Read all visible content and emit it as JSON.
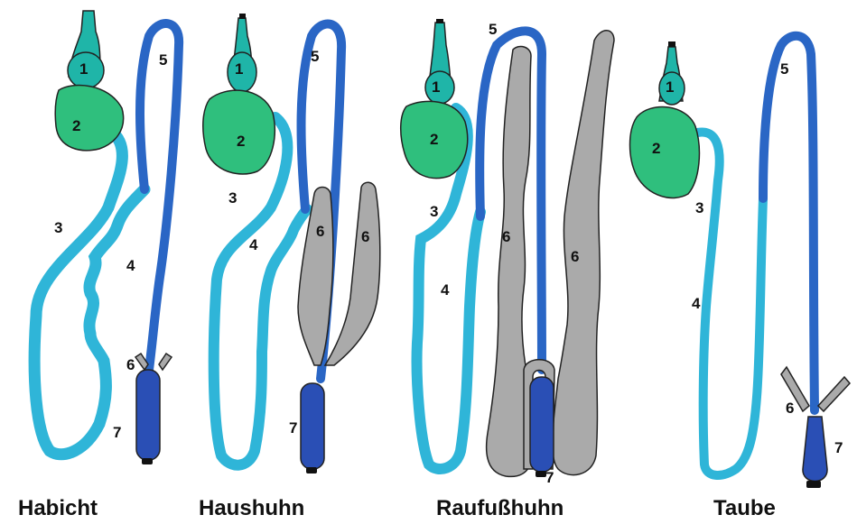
{
  "colors": {
    "stomach": "#2fbf7d",
    "esophagus": "#1fb5a8",
    "small_intestine": "#2fb5d8",
    "rectum": "#2a66c5",
    "cloaca": "#2a4fb5",
    "caeca": "#aaaaaa",
    "outline": "#222222",
    "background": "#ffffff"
  },
  "birds": [
    {
      "name": "Habicht",
      "labels": {
        "1": "1",
        "2": "2",
        "3": "3",
        "4": "4",
        "5": "5",
        "6": "6",
        "7": "7"
      }
    },
    {
      "name": "Haushuhn",
      "labels": {
        "1": "1",
        "2": "2",
        "3": "3",
        "4": "4",
        "5": "5",
        "6a": "6",
        "6b": "6",
        "7": "7"
      }
    },
    {
      "name": "Raufußhuhn",
      "labels": {
        "1": "1",
        "2": "2",
        "3": "3",
        "4": "4",
        "5": "5",
        "6a": "6",
        "6b": "6",
        "7": "7"
      }
    },
    {
      "name": "Taube",
      "labels": {
        "1": "1",
        "2": "2",
        "3": "3",
        "4": "4",
        "5": "5",
        "6": "6",
        "7": "7"
      }
    }
  ]
}
